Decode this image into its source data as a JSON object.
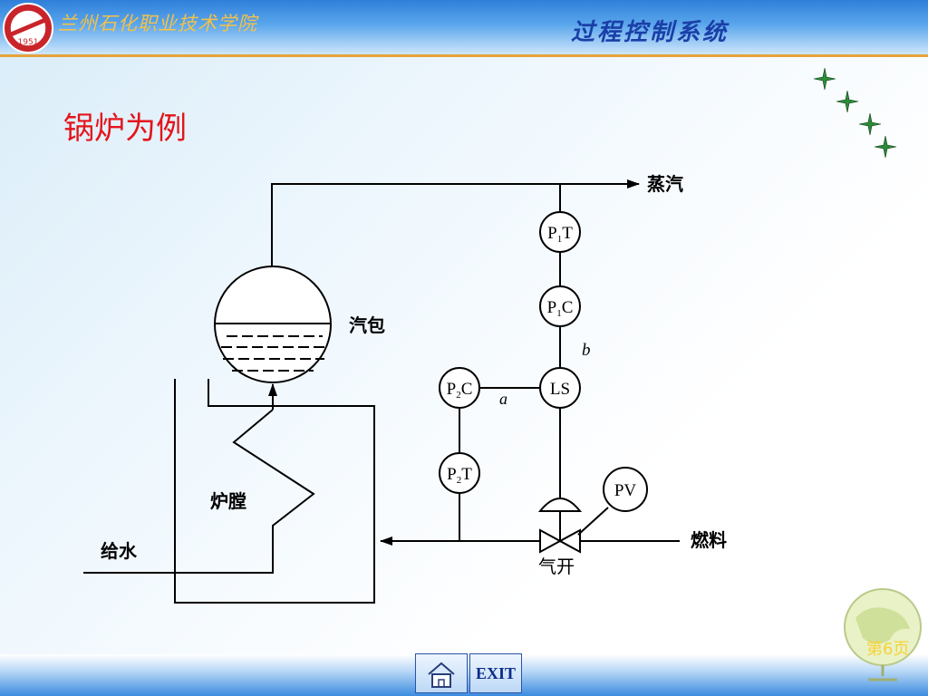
{
  "header": {
    "school_name": "兰州石化职业技术学院",
    "course_title": "过程控制系统",
    "logo_year": "1951"
  },
  "slide": {
    "title": "锅炉为例"
  },
  "diagram": {
    "labels": {
      "steam": "蒸汽",
      "drum": "汽包",
      "furnace": "炉膛",
      "feedwater": "给水",
      "fuel": "燃料",
      "air_to_open": "气开",
      "signal_a": "a",
      "signal_b": "b"
    },
    "instruments": {
      "p1t": {
        "main": "P",
        "sub": "1",
        "tail": "T"
      },
      "p1c": {
        "main": "P",
        "sub": "1",
        "tail": "C"
      },
      "ls": {
        "main": "LS"
      },
      "p2c": {
        "main": "P",
        "sub": "2",
        "tail": "C"
      },
      "p2t": {
        "main": "P",
        "sub": "2",
        "tail": "T"
      },
      "pv": {
        "main": "PV"
      }
    }
  },
  "footer": {
    "page_label": "第6页",
    "exit_label": "EXIT"
  },
  "colors": {
    "title_red": "#e4141b",
    "course_blue": "#1a3fa8",
    "school_gold": "#f3c14a",
    "header_rule": "#e6a33a"
  }
}
